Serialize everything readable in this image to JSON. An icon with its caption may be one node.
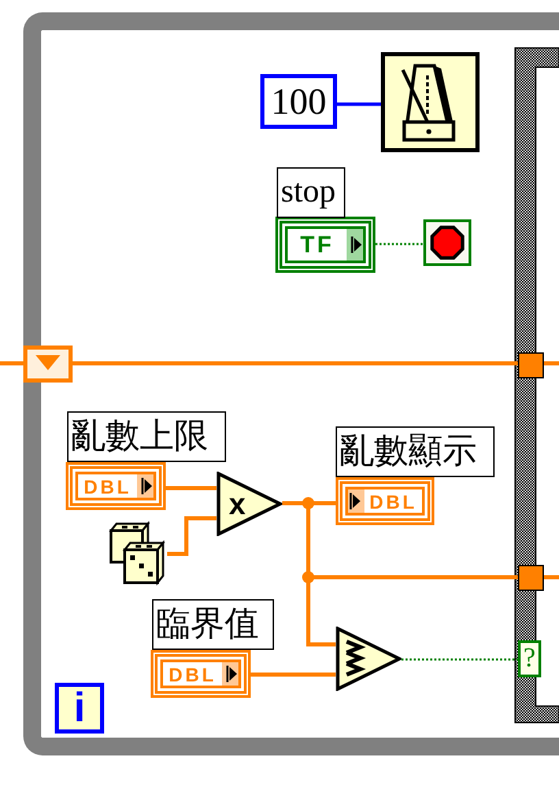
{
  "diagram": {
    "nodes": [
      {
        "text": [],
        "shape": "box"
      },
      {
        "text": [
          "100"
        ],
        "in": 0
      },
      {
        "text": [],
        "shape": "picture",
        "in": 0
      },
      {
        "text": [
          "TF"
        ],
        "beside": [
          "stop"
        ],
        "in": 0
      },
      {
        "text": [],
        "shape": "picture",
        "in": 0
      },
      {
        "text": [],
        "shape": "box",
        "in": 0
      },
      {
        "text": [],
        "shape": "box",
        "in": 0
      },
      {
        "text": [
          "DBL"
        ],
        "beside": [
          "亂數上限"
        ],
        "in": 0
      },
      {
        "text": [],
        "shape": "picture",
        "in": 0
      },
      {
        "text": [
          "x"
        ],
        "in": 0
      },
      {
        "text": [
          "DBL"
        ],
        "beside": [
          "亂數顯示"
        ],
        "in": 0
      },
      {
        "text": [],
        "shape": "box",
        "in": 0
      },
      {
        "text": [
          "DBL"
        ],
        "beside": [
          "臨界值"
        ],
        "in": 0
      },
      {
        "text": [],
        "shape": "triangle",
        "in": 0
      },
      {
        "text": [
          "?"
        ],
        "in": 0
      },
      {
        "text": [
          "i"
        ],
        "in": 0
      }
    ],
    "edges": [
      {
        "from": 1,
        "to": 2,
        "arrow": "none",
        "color": "#0000ff"
      },
      {
        "from": 3,
        "to": 4,
        "arrow": "none",
        "style": "dashed",
        "color": "#008000"
      },
      {
        "from": null,
        "to": 5,
        "arrow": "none"
      },
      {
        "from": 5,
        "to": 6,
        "arrow": "none"
      },
      {
        "from": 6,
        "to": null,
        "arrow": "none"
      },
      {
        "from": 7,
        "to": 9,
        "arrow": "none"
      },
      {
        "from": 8,
        "to": 9,
        "arrow": "none"
      },
      {
        "from": 9,
        "to": 10,
        "arrow": "none"
      },
      {
        "from": 9,
        "to": 11,
        "arrow": "none"
      },
      {
        "from": 9,
        "to": 13,
        "arrow": "none"
      },
      {
        "from": 12,
        "to": 13,
        "arrow": "none"
      },
      {
        "from": 13,
        "to": 14,
        "arrow": "none",
        "style": "dashed",
        "color": "#008000"
      },
      {
        "from": 11,
        "to": null,
        "arrow": "none"
      }
    ]
  }
}
